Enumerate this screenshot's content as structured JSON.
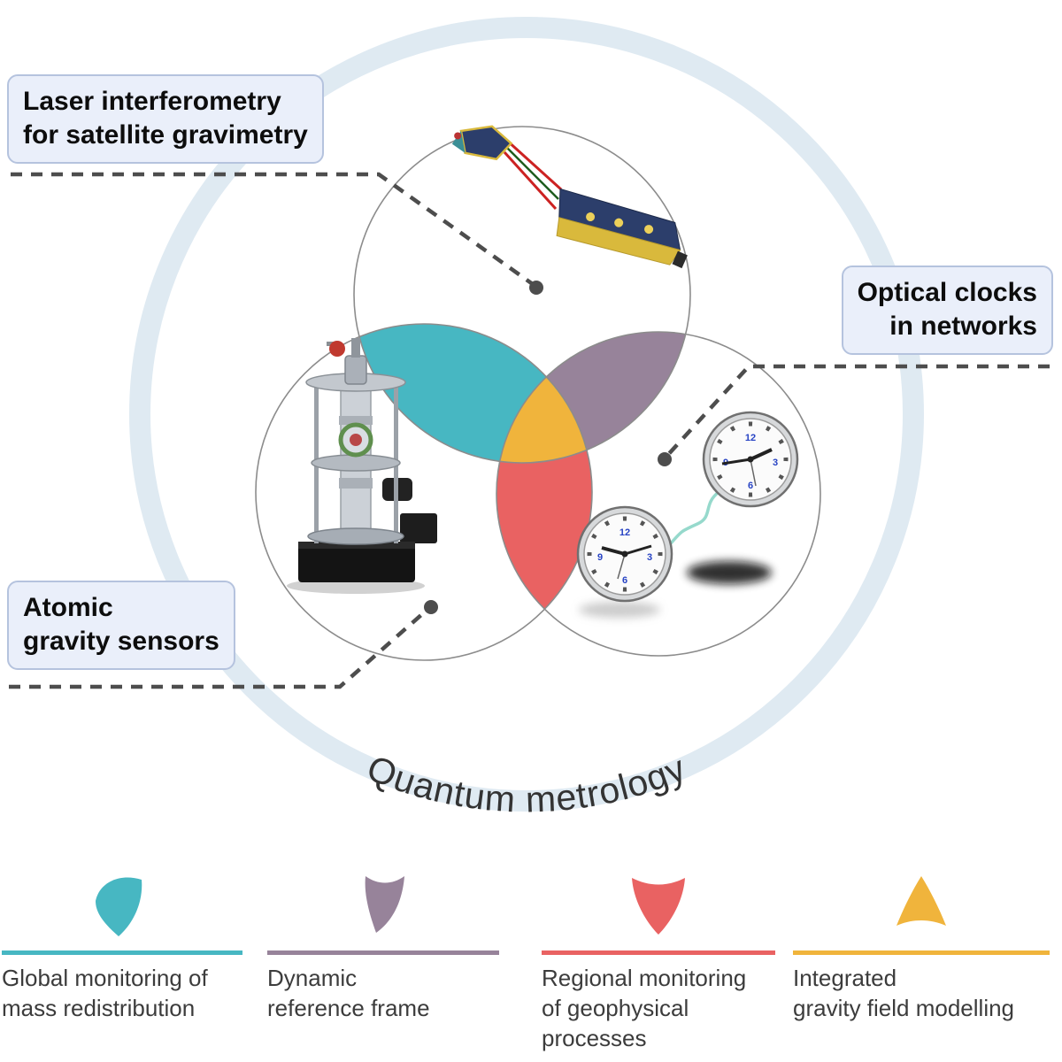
{
  "title": "Quantum metrology",
  "colors": {
    "ring": "#dfeaf2",
    "leader": "#4d4d4d"
  },
  "callouts": {
    "laser": {
      "line1": "Laser interferometry",
      "line2": "for satellite gravimetry"
    },
    "optical": {
      "line1": "Optical clocks",
      "line2": "in networks"
    },
    "atomic": {
      "line1": "Atomic",
      "line2": "gravity sensors"
    }
  },
  "clock_numerals": {
    "n12": "12",
    "n3": "3",
    "n6": "6",
    "n9": "9"
  },
  "legend": [
    {
      "color": "#47b7c2",
      "lines": [
        "Global monitoring of",
        "mass redistribution"
      ]
    },
    {
      "color": "#97839a",
      "lines": [
        "Dynamic",
        "reference frame"
      ]
    },
    {
      "color": "#e96262",
      "lines": [
        "Regional monitoring",
        "of geophysical",
        "processes"
      ]
    },
    {
      "color": "#f0b43c",
      "lines": [
        "Integrated",
        "gravity field modelling"
      ]
    }
  ]
}
